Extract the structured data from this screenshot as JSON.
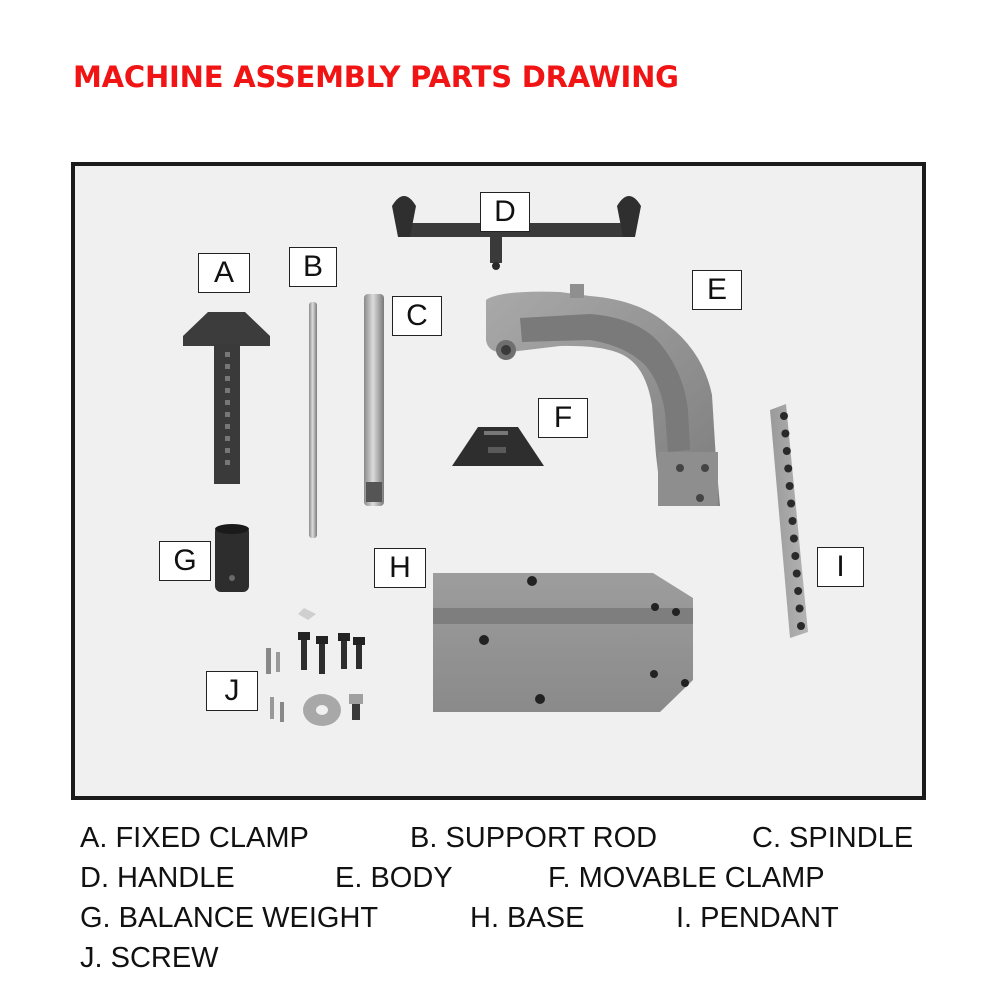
{
  "title": "MACHINE ASSEMBLY PARTS DRAWING",
  "colors": {
    "title": "#f01414",
    "frame_border": "#1b1b1b",
    "photo_background": "#f0f0f0"
  },
  "callouts": {
    "a": "A",
    "b": "B",
    "c": "C",
    "d": "D",
    "e": "E",
    "f": "F",
    "g": "G",
    "h": "H",
    "i": "I",
    "j": "J"
  },
  "legend": [
    "A. FIXED CLAMP",
    "B. SUPPORT ROD",
    "C. SPINDLE",
    "D. HANDLE",
    "E. BODY",
    "F. MOVABLE CLAMP",
    "G. BALANCE WEIGHT",
    "H. BASE",
    "I. PENDANT",
    "J. SCREW"
  ]
}
